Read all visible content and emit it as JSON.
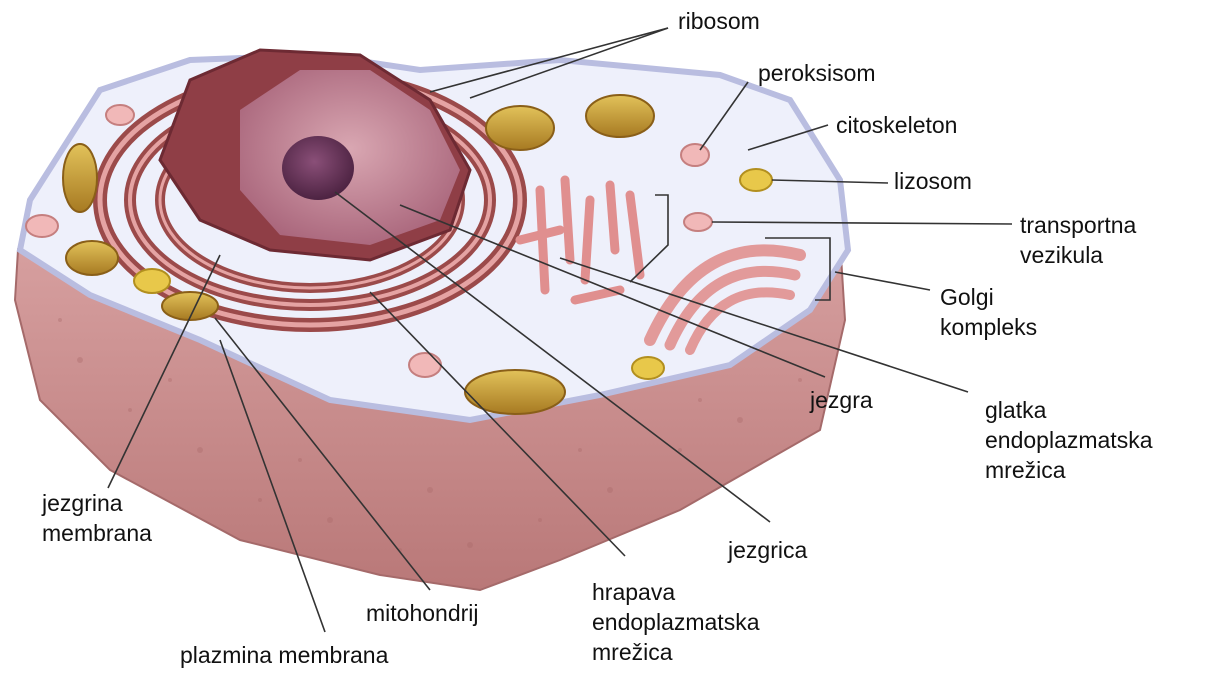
{
  "labels": {
    "ribosom": [
      "ribosom"
    ],
    "peroksisom": [
      "peroksisom"
    ],
    "citoskeleton": [
      "citoskeleton"
    ],
    "lizosom": [
      "lizosom"
    ],
    "transportna_vezikula": [
      "transportna",
      "vezikula"
    ],
    "golgi": [
      "Golgi",
      "kompleks"
    ],
    "jezgra": [
      "jezgra"
    ],
    "glatka_er": [
      "glatka",
      "endoplazmatska",
      "mrežica"
    ],
    "jezgrica": [
      "jezgrica"
    ],
    "hrapava_er": [
      "hrapava",
      "endoplazmatska",
      "mrežica"
    ],
    "mitohondrij": [
      "mitohondrij"
    ],
    "plazmina_membrana": [
      "plazmina membrana"
    ],
    "jezgrina_membrana": [
      "jezgrina",
      "membrana"
    ]
  },
  "colors": {
    "cell_base": "#c98a8a",
    "cytoplasm": "#eef0fb",
    "nucleus": "#c88a98",
    "rough_er": "#9b4a4a",
    "mitochondria": "#c9a33a",
    "lysosome": "#e8c84a",
    "golgi": "#e6a0a0",
    "leader_line": "#333333"
  }
}
